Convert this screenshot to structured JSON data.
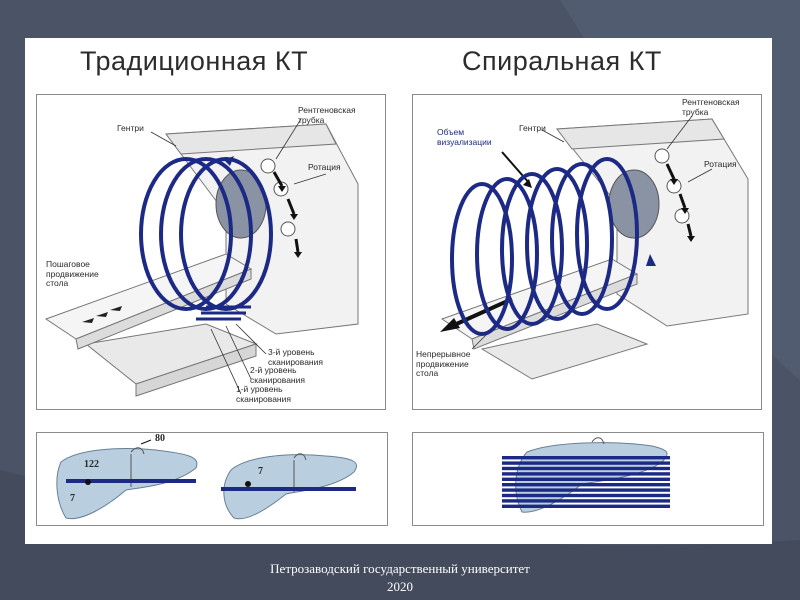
{
  "slide": {
    "title_left": "Традиционная КТ",
    "title_right": "Спиральная КТ"
  },
  "left_panel": {
    "gantry": "Гентри",
    "xray_tube": "Рентгеновская трубка",
    "rotation": "Ротация",
    "table_step": "Пошаговое продвижение стола",
    "level3": "3-й уровень сканирования",
    "level2": "2-й уровень сканирования",
    "level1": "1-й уровень сканирования"
  },
  "right_panel": {
    "volume": "Объем визуализации",
    "gantry": "Гентри",
    "xray_tube": "Рентгеновская трубка",
    "rotation": "Ротация",
    "table_continuous": "Непрерывное продвижение стола"
  },
  "liver_left": {
    "label_80": "80",
    "label_122": "122",
    "label_7a": "7",
    "label_7b": "7"
  },
  "footer": {
    "university": "Петрозаводский государственный университет",
    "year": "2020"
  },
  "colors": {
    "helix": "#1c2a86",
    "background": "#4b5467"
  }
}
